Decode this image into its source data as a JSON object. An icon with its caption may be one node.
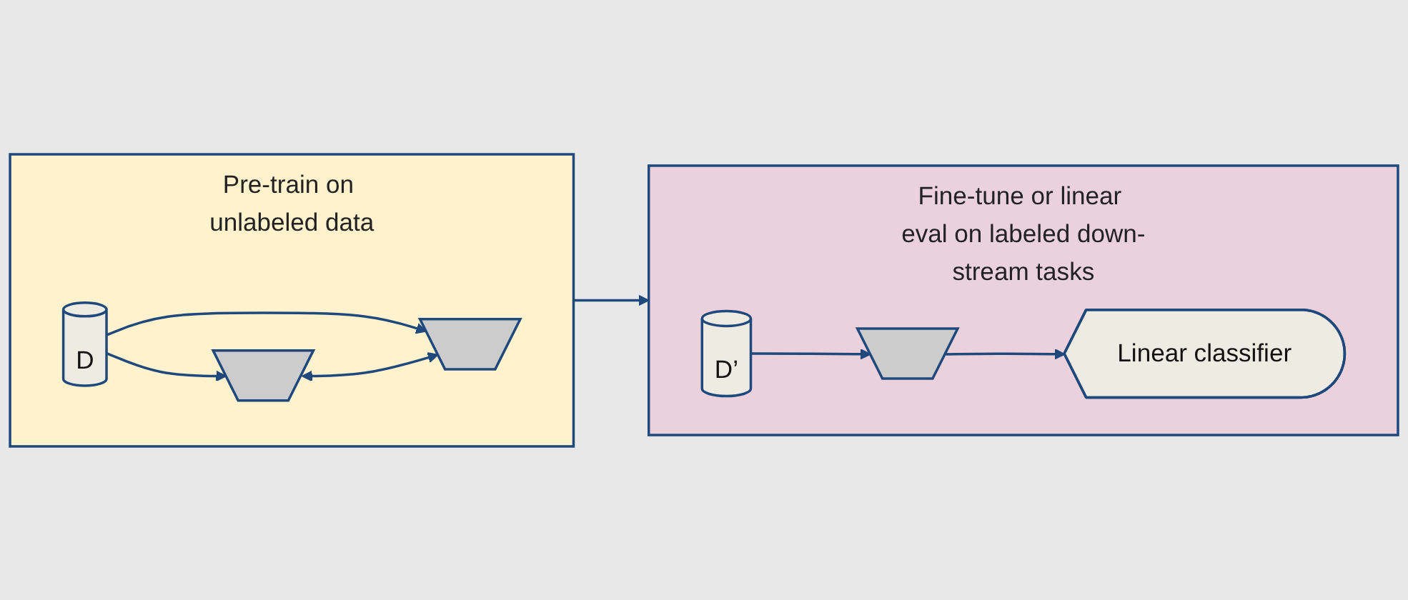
{
  "diagram": {
    "nodes": [
      {
        "text": [
          "Pre-train on unlabeled data"
        ]
      },
      {
        "text": [
          "D"
        ],
        "in": 0
      },
      {
        "text": [],
        "shape": "trapezoid",
        "in": 0
      },
      {
        "text": [],
        "shape": "trapezoid",
        "in": 0
      },
      {
        "text": [
          "Fine-tune or linear eval on labeled down-stream tasks"
        ]
      },
      {
        "text": [
          "D’"
        ],
        "in": 4
      },
      {
        "text": [],
        "shape": "trapezoid",
        "in": 4
      },
      {
        "text": [
          "Linear classifier"
        ],
        "in": 4
      }
    ],
    "edges": [
      {
        "from": 1,
        "to": 2,
        "arrow": "to"
      },
      {
        "from": 1,
        "to": 3,
        "arrow": "to"
      },
      {
        "from": 2,
        "to": 3,
        "arrow": "both"
      },
      {
        "from": 0,
        "to": 4,
        "arrow": "to"
      },
      {
        "from": 5,
        "to": 6,
        "arrow": "to"
      },
      {
        "from": 6,
        "to": 7,
        "arrow": "to"
      }
    ]
  }
}
